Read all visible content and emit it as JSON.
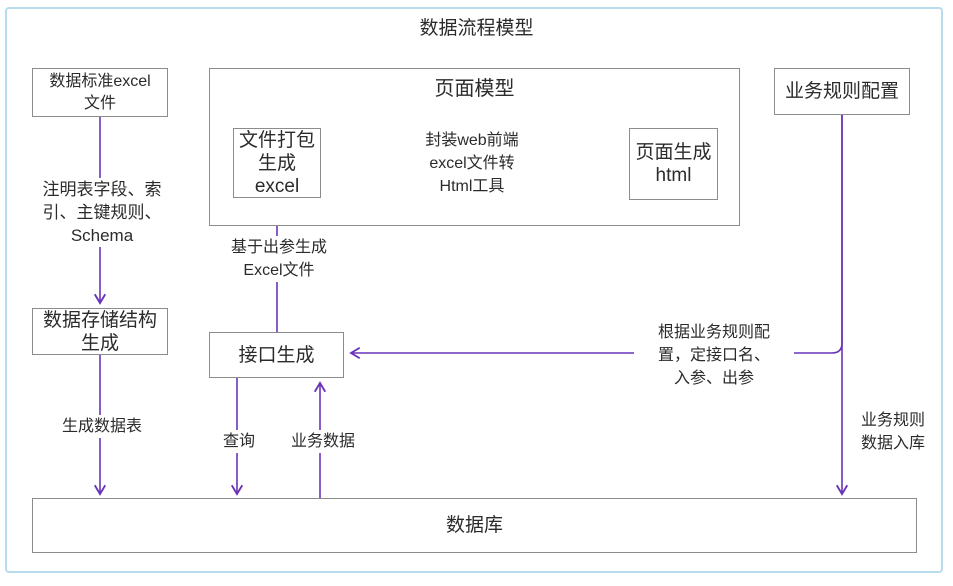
{
  "diagram": {
    "title": "数据流程模型",
    "nodes": {
      "excel_std": "数据标准excel\n文件",
      "page_model": "页面模型",
      "file_pack": "文件打包\n生成\nexcel",
      "page_gen": "页面生成\nhtml",
      "biz_rule_config": "业务规则配置",
      "data_storage": "数据存储结构\n生成",
      "api_gen": "接口生成",
      "database": "数据库"
    },
    "edge_labels": {
      "note_fields": "注明表字段、索\n引、主键规则、\nSchema",
      "wrap_tool": "封装web前端\nexcel文件转\nHtml工具",
      "gen_excel": "基于出参生成\nExcel文件",
      "gen_table": "生成数据表",
      "query": "查询",
      "biz_data": "业务数据",
      "rule_note": "根据业务规则配\n置，定接口名、\n入参、出参",
      "rule_into_db": "业务规则\n数据入库"
    },
    "colors": {
      "accent": "#6a34b8",
      "frame": "#b7dcee",
      "box_border": "#8c8c8c",
      "text": "#2b2b2b"
    }
  }
}
